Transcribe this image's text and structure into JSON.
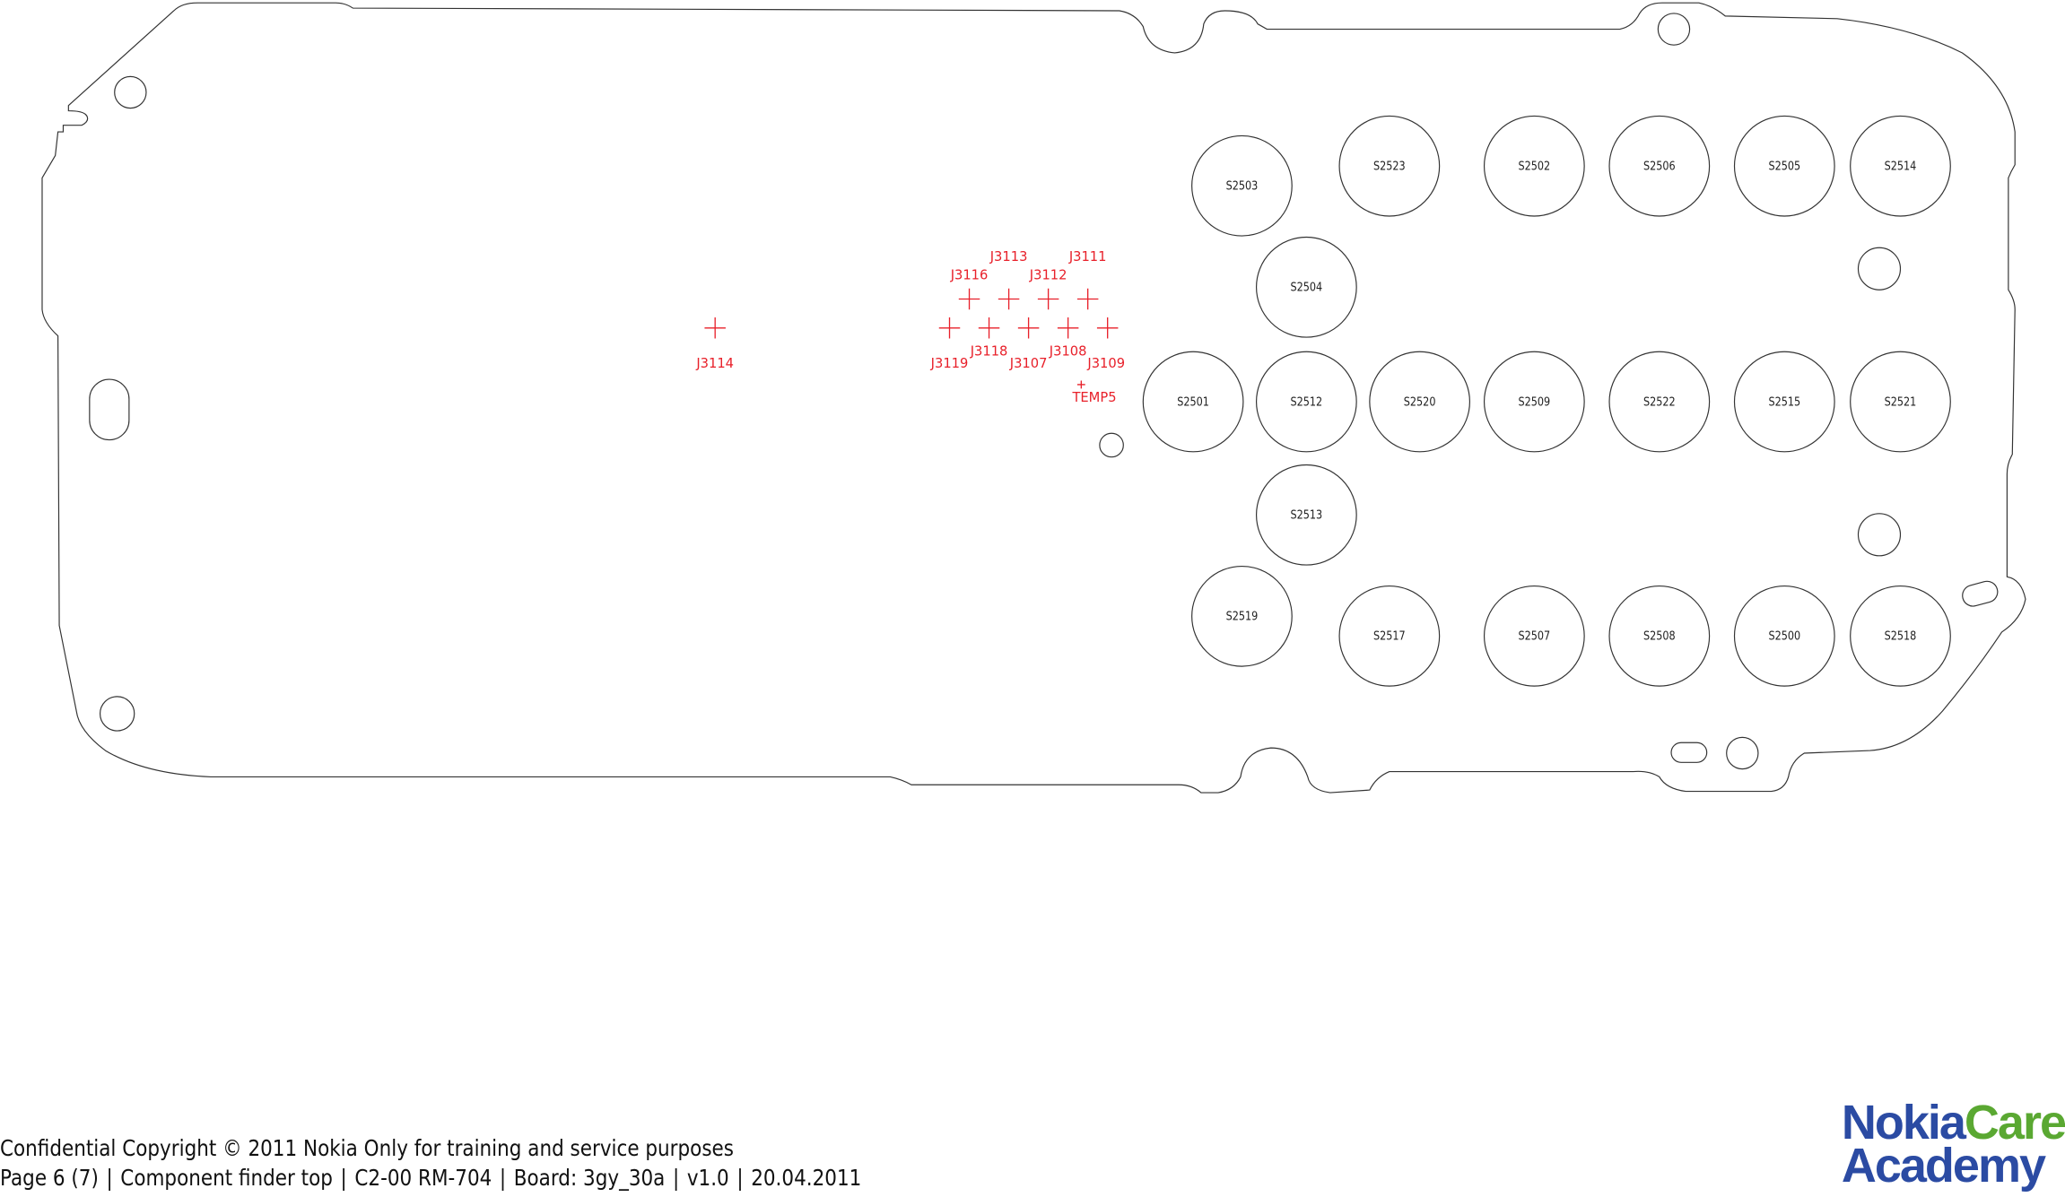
{
  "board": {
    "outline_color": "#333333",
    "label_color": "#e8202a",
    "switches": [
      "S2503",
      "S2523",
      "S2502",
      "S2506",
      "S2505",
      "S2514",
      "S2504",
      "S2501",
      "S2512",
      "S2520",
      "S2509",
      "S2522",
      "S2515",
      "S2521",
      "S2513",
      "S2519",
      "S2517",
      "S2507",
      "S2508",
      "S2500",
      "S2518"
    ],
    "test_points": [
      "J3114",
      "J3113",
      "J3111",
      "J3116",
      "J3112",
      "J3119",
      "J3118",
      "J3107",
      "J3108",
      "J3109",
      "TEMP5"
    ]
  },
  "footer": {
    "line1": "Confidential Copyright © 2011 Nokia Only for training and service purposes",
    "page": "Page 6 (7)",
    "section": "Component finder top",
    "model": "C2-00 RM-704",
    "board": "Board: 3gy_30a",
    "version": "v1.0",
    "date": "20.04.2011",
    "separator": "|"
  },
  "logo": {
    "nokia": "Nokia",
    "care": "Care",
    "academy": "Academy"
  }
}
